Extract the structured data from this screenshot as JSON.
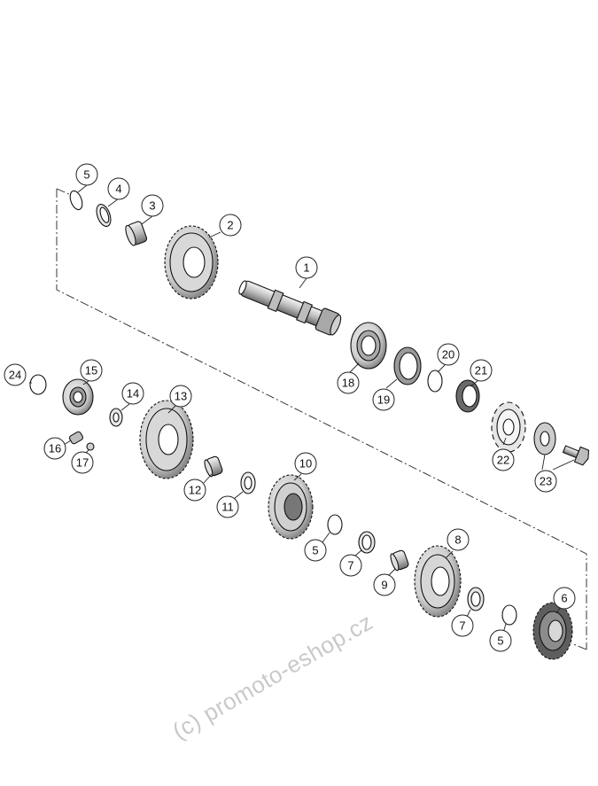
{
  "callouts": [
    "1",
    "2",
    "3",
    "4",
    "5",
    "5",
    "5",
    "6",
    "7",
    "7",
    "8",
    "9",
    "10",
    "11",
    "12",
    "13",
    "14",
    "15",
    "16",
    "17",
    "18",
    "19",
    "20",
    "21",
    "22",
    "23",
    "24"
  ],
  "watermark": "(c) promoto-eshop.cz",
  "colors": {
    "line": "#222222",
    "part_fill": "#d4d4d4",
    "part_dark": "#6a6a6a",
    "watermark": "#c9c9c9"
  }
}
